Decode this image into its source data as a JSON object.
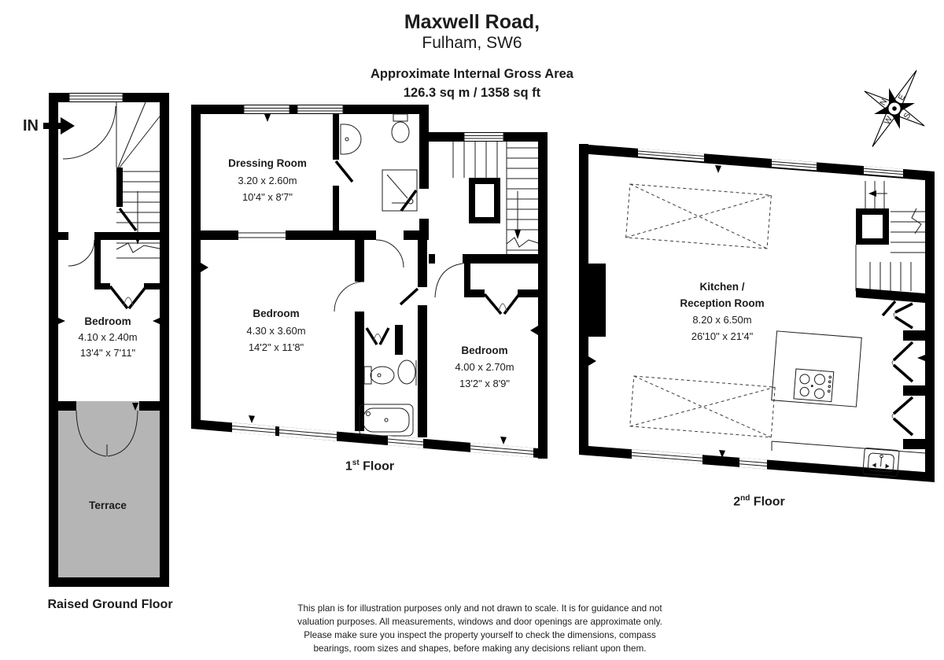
{
  "header": {
    "line1": "Maxwell Road,",
    "line2": "Fulham, SW6",
    "area_label": "Approximate Internal Gross Area",
    "area_value": "126.3 sq m / 1358 sq ft"
  },
  "entrance": {
    "label": "IN"
  },
  "compass": {
    "n": "N",
    "e": "E",
    "s": "S",
    "w": "W"
  },
  "floors": {
    "ground": {
      "label": "Raised Ground Floor",
      "bedroom": {
        "name": "Bedroom",
        "metric": "4.10 x 2.40m",
        "imperial": "13'4\" x 7'11\""
      },
      "terrace": {
        "name": "Terrace"
      }
    },
    "first": {
      "num": "1",
      "sup": "st",
      "rest": " Floor",
      "dressing": {
        "name": "Dressing Room",
        "metric": "3.20 x 2.60m",
        "imperial": "10'4\" x 8'7\""
      },
      "bedroom_left": {
        "name": "Bedroom",
        "metric": "4.30 x 3.60m",
        "imperial": "14'2\" x 11'8\""
      },
      "bedroom_right": {
        "name": "Bedroom",
        "metric": "4.00 x 2.70m",
        "imperial": "13'2\" x 8'9\""
      }
    },
    "second": {
      "num": "2",
      "sup": "nd",
      "rest": " Floor",
      "kitchen": {
        "name_line1": "Kitchen /",
        "name_line2": "Reception Room",
        "metric": "8.20 x 6.50m",
        "imperial": "26'10\" x 21'4\""
      }
    }
  },
  "disclaimer": {
    "line1": "This plan is for illustration purposes only and not drawn to scale. It is for guidance and not",
    "line2": "valuation purposes. All measurements, windows and door openings are approximate only.",
    "line3": "Please make sure you inspect the property yourself to check the dimensions, compass",
    "line4": "bearings, room sizes and shapes, before making any decisions reliant upon them."
  },
  "colors": {
    "wall": "#000000",
    "terrace": "#b5b5b5",
    "text": "#1c1c1c"
  }
}
